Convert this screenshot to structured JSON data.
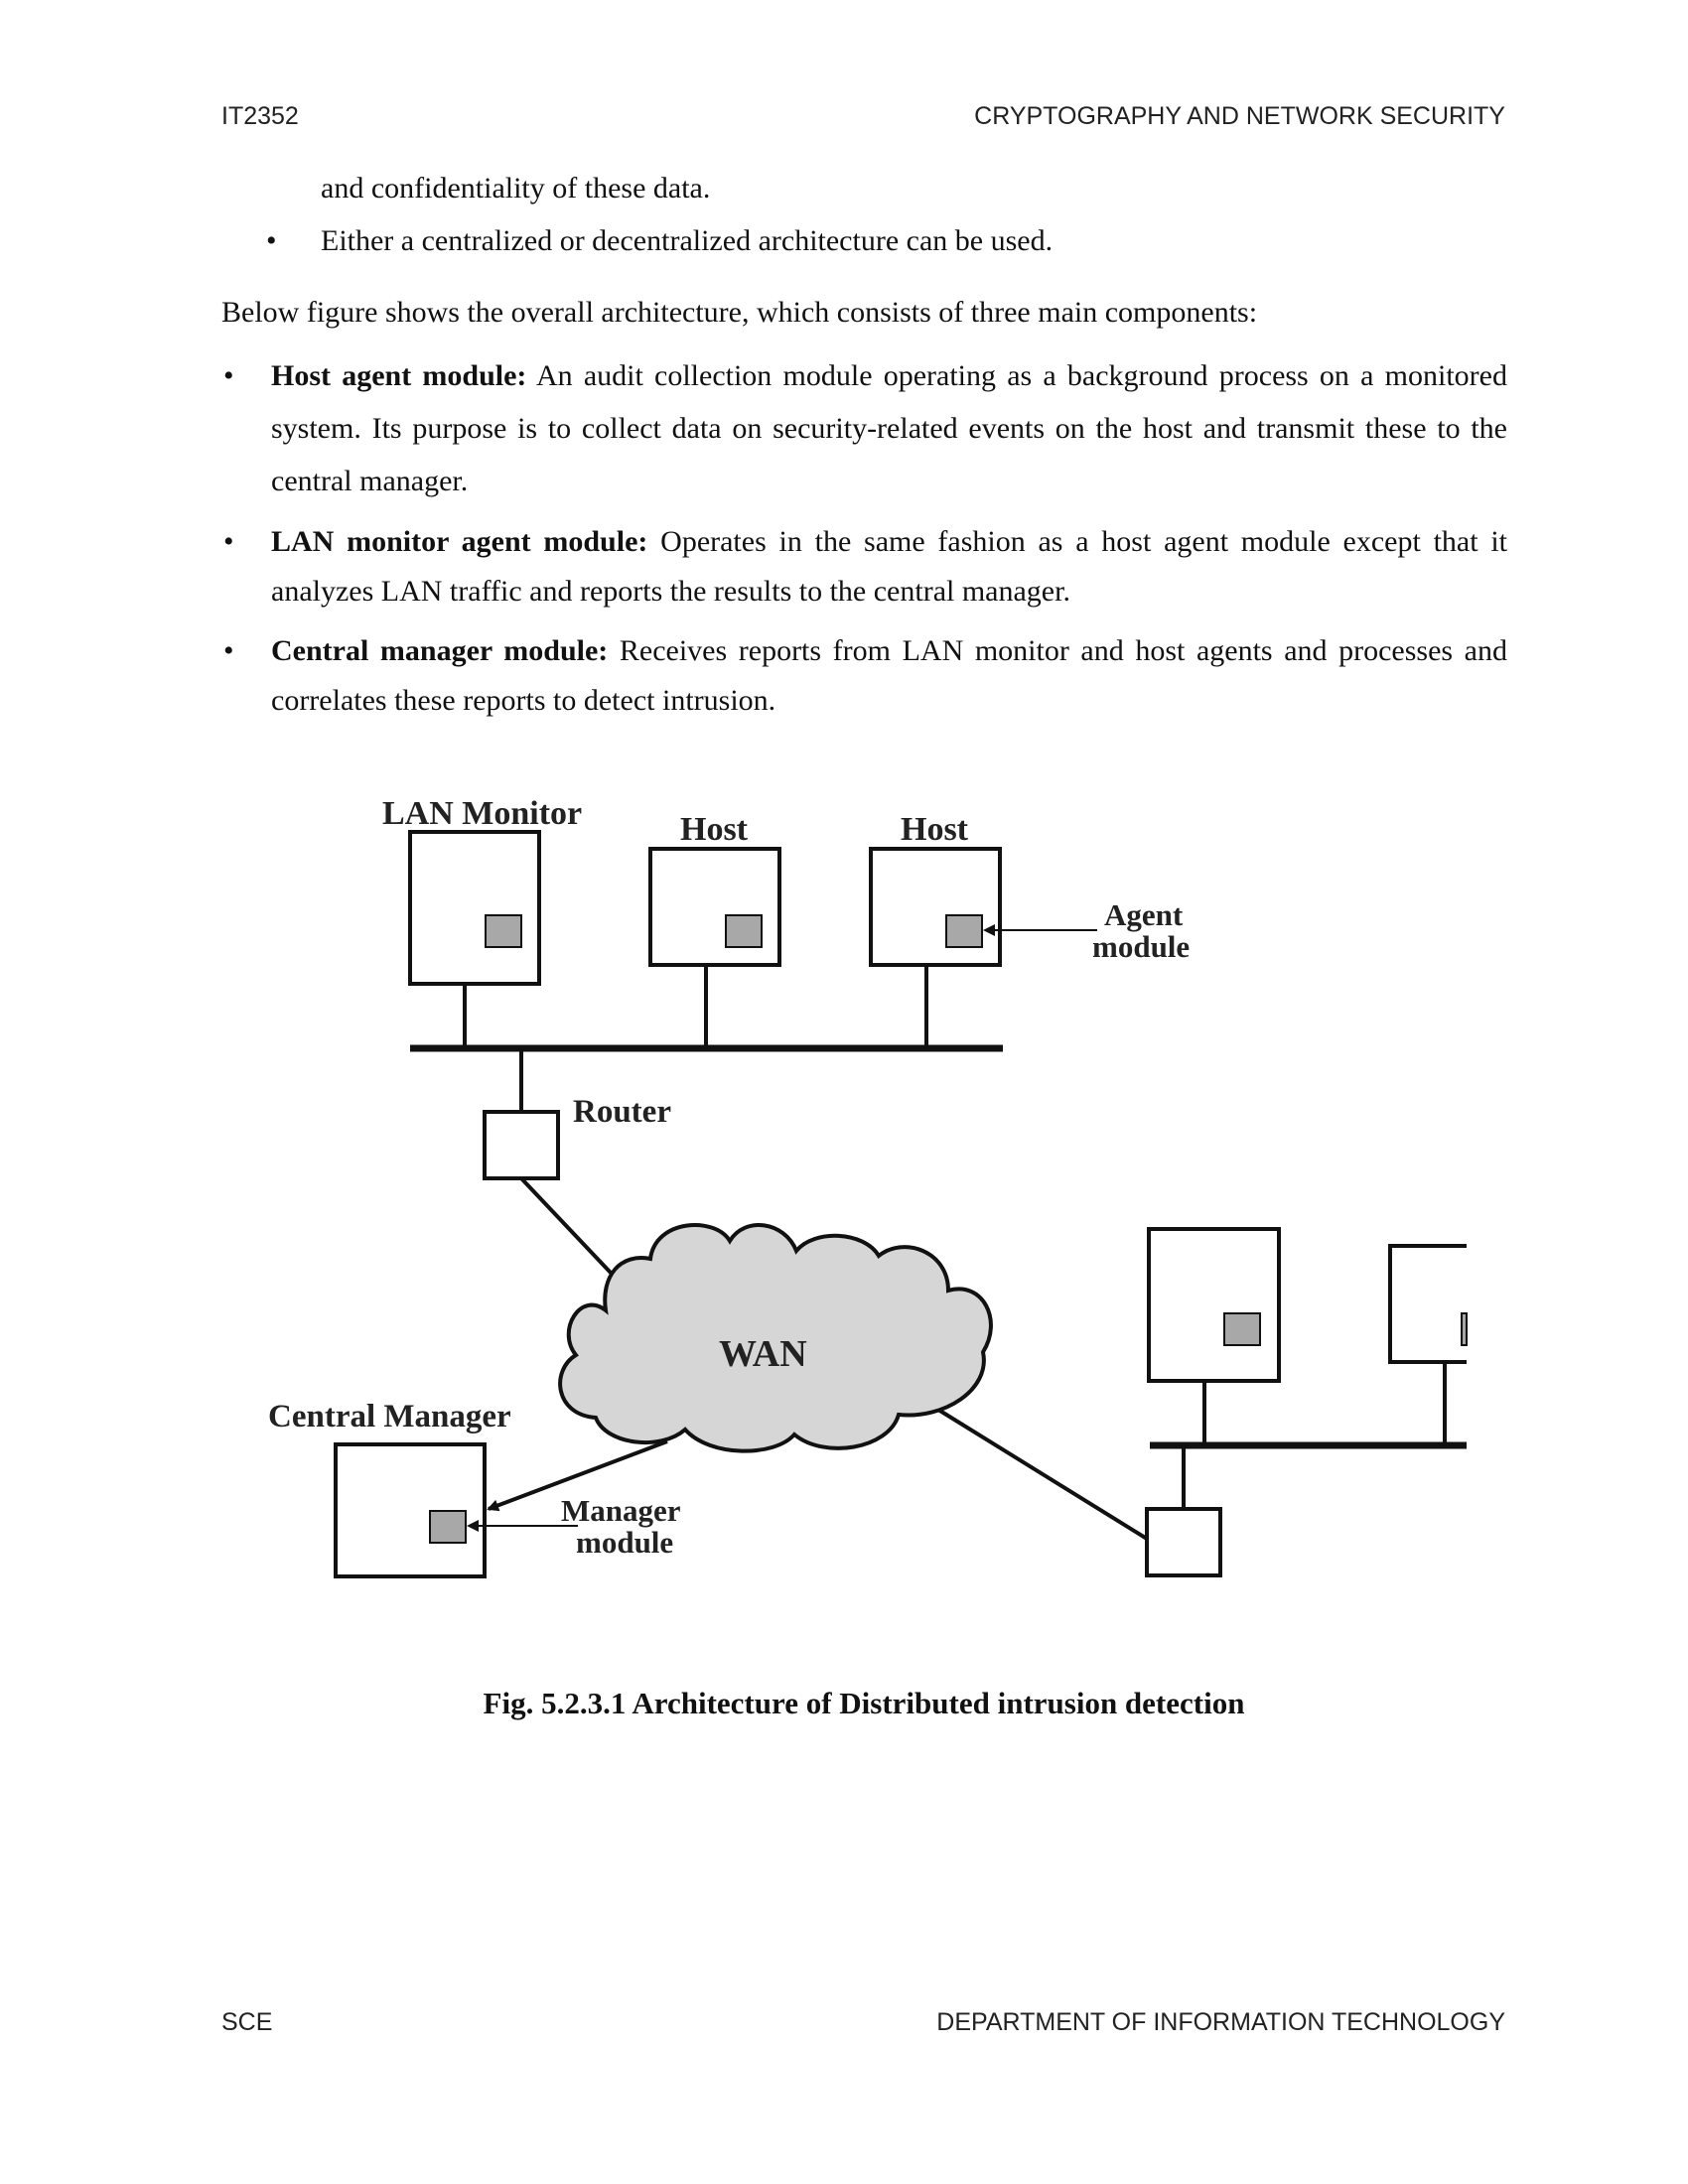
{
  "header": {
    "left": "IT2352",
    "right": "CRYPTOGRAPHY AND NETWORK SECURITY"
  },
  "body": {
    "continuation": "and confidentiality of these data.",
    "bullet_symbol": "•",
    "bullet_line": "Either a centralized or decentralized architecture can be used.",
    "intro": "Below figure shows the overall architecture, which consists of three main components:",
    "items": [
      {
        "term": "Host agent module:",
        "text": " An audit collection module operating as a background process on a monitored system. Its purpose is to collect data on security-related events on the host and transmit these to the central manager."
      },
      {
        "term": "LAN monitor agent module:",
        "text": " Operates in the same fashion as a host agent module except that it analyzes LAN traffic and reports the results to the central manager."
      },
      {
        "term": "Central manager module:",
        "text": " Receives reports from LAN monitor and host agents and processes and correlates these reports to detect intrusion."
      }
    ]
  },
  "figure": {
    "labels": {
      "lan_monitor": "LAN Monitor",
      "host1": "Host",
      "host2": "Host",
      "agent_line1": "Agent",
      "agent_line2": "module",
      "router": "Router",
      "wan": "WAN",
      "central_manager": "Central Manager",
      "manager_line1": "Manager",
      "manager_line2": "module"
    },
    "caption": "Fig. 5.2.3.1 Architecture of Distributed intrusion detection",
    "colors": {
      "module_fill": "#a8a8a8",
      "cloud_fill": "#d6d6d6",
      "line": "#111111"
    }
  },
  "footer": {
    "left": "SCE",
    "right": "DEPARTMENT OF INFORMATION TECHNOLOGY"
  }
}
